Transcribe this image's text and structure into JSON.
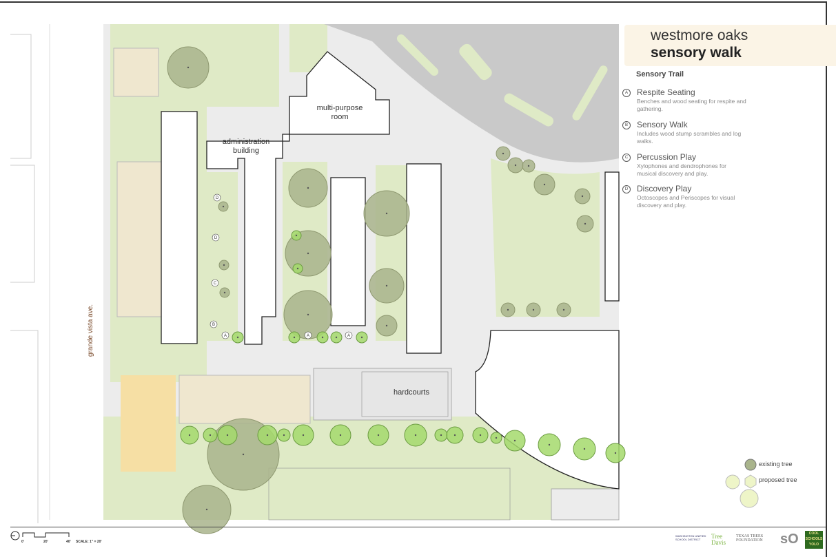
{
  "title": {
    "line1": "westmore oaks",
    "line2": "sensory walk"
  },
  "legend": {
    "heading": "Sensory Trail",
    "items": [
      {
        "badge": "A",
        "title": "Respite Seating",
        "desc": "Benches and wood seating for respite and gathering."
      },
      {
        "badge": "B",
        "title": "Sensory Walk",
        "desc": "Includes wood stump scrambles and log walks."
      },
      {
        "badge": "C",
        "title": "Percussion Play",
        "desc": "Xylophones and dendrophones for musical discovery and play."
      },
      {
        "badge": "D",
        "title": "Discovery Play",
        "desc": "Octoscopes and Periscopes for visual discovery and play."
      }
    ],
    "existing_tree": "existing tree",
    "proposed_tree": "proposed tree"
  },
  "map_labels": {
    "multipurpose": [
      "multi-purpose",
      "room"
    ],
    "admin": [
      "administration",
      "building"
    ],
    "hardcourts": "hardcourts",
    "street": "grande vista ave."
  },
  "scale": {
    "ticks": [
      "0'",
      "20'",
      "40'"
    ],
    "label": "SCALE: 1\" = 20'"
  },
  "logos": [
    "WASHINGTON UNIFIED SCHOOL DISTRICT",
    "Tree Davis",
    "TEXAS TREES FOUNDATION",
    "sO",
    "COOL SCHOOLS YOLO"
  ],
  "colors": {
    "grass": "#dfeac6",
    "path": "#ebebeb",
    "parking": "#c9c9c9",
    "existing_tree": "#a9b48c",
    "proposed_tree": "#a4d96c",
    "sand": "#f6dfa4",
    "title_bg": "#fbf4e6"
  }
}
